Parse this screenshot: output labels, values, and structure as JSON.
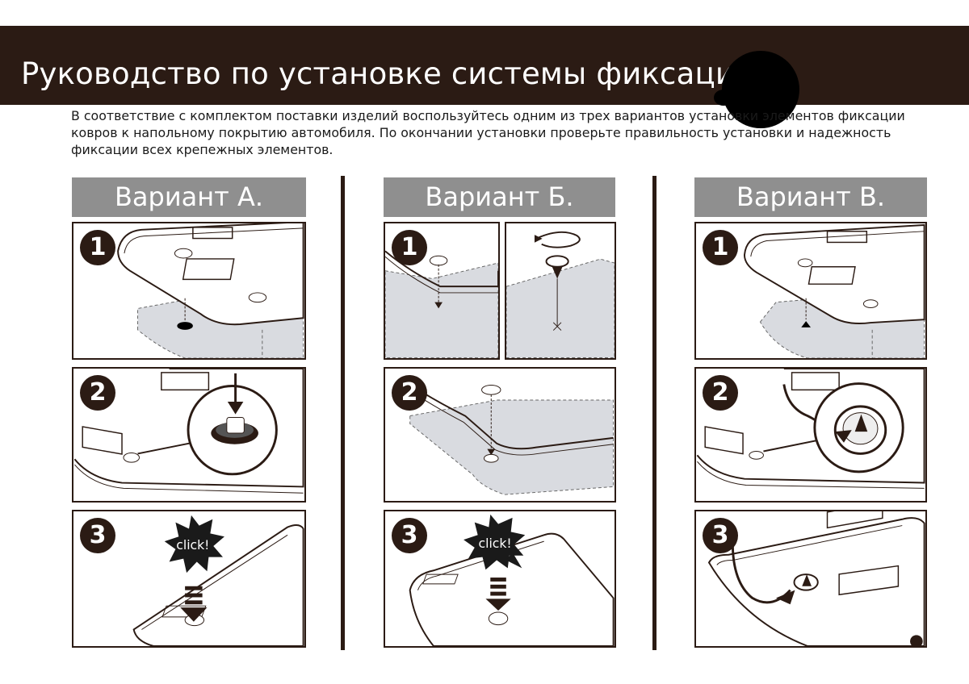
{
  "page": {
    "title": "Руководство по установке системы фиксации",
    "intro": "В соответствие с комплектом поставки изделий воспользуйтесь одним из трех вариантов установки элементов фиксации ковров к напольному покрытию автомобиля. По окончании установки проверьте правильность установки и надежность фиксации всех крепежных элементов."
  },
  "colors": {
    "header_bg": "#2b1b14",
    "variant_bg": "#8f8f8f",
    "floor_fill": "#d9dbe0"
  },
  "variants": [
    {
      "label": "Вариант А.",
      "steps": [
        "1",
        "2",
        "3"
      ],
      "click": "click!"
    },
    {
      "label": "Вариант Б.",
      "steps": [
        "1",
        "2",
        "3"
      ],
      "click": "click!"
    },
    {
      "label": "Вариант В.",
      "steps": [
        "1",
        "2",
        "3"
      ]
    }
  ]
}
